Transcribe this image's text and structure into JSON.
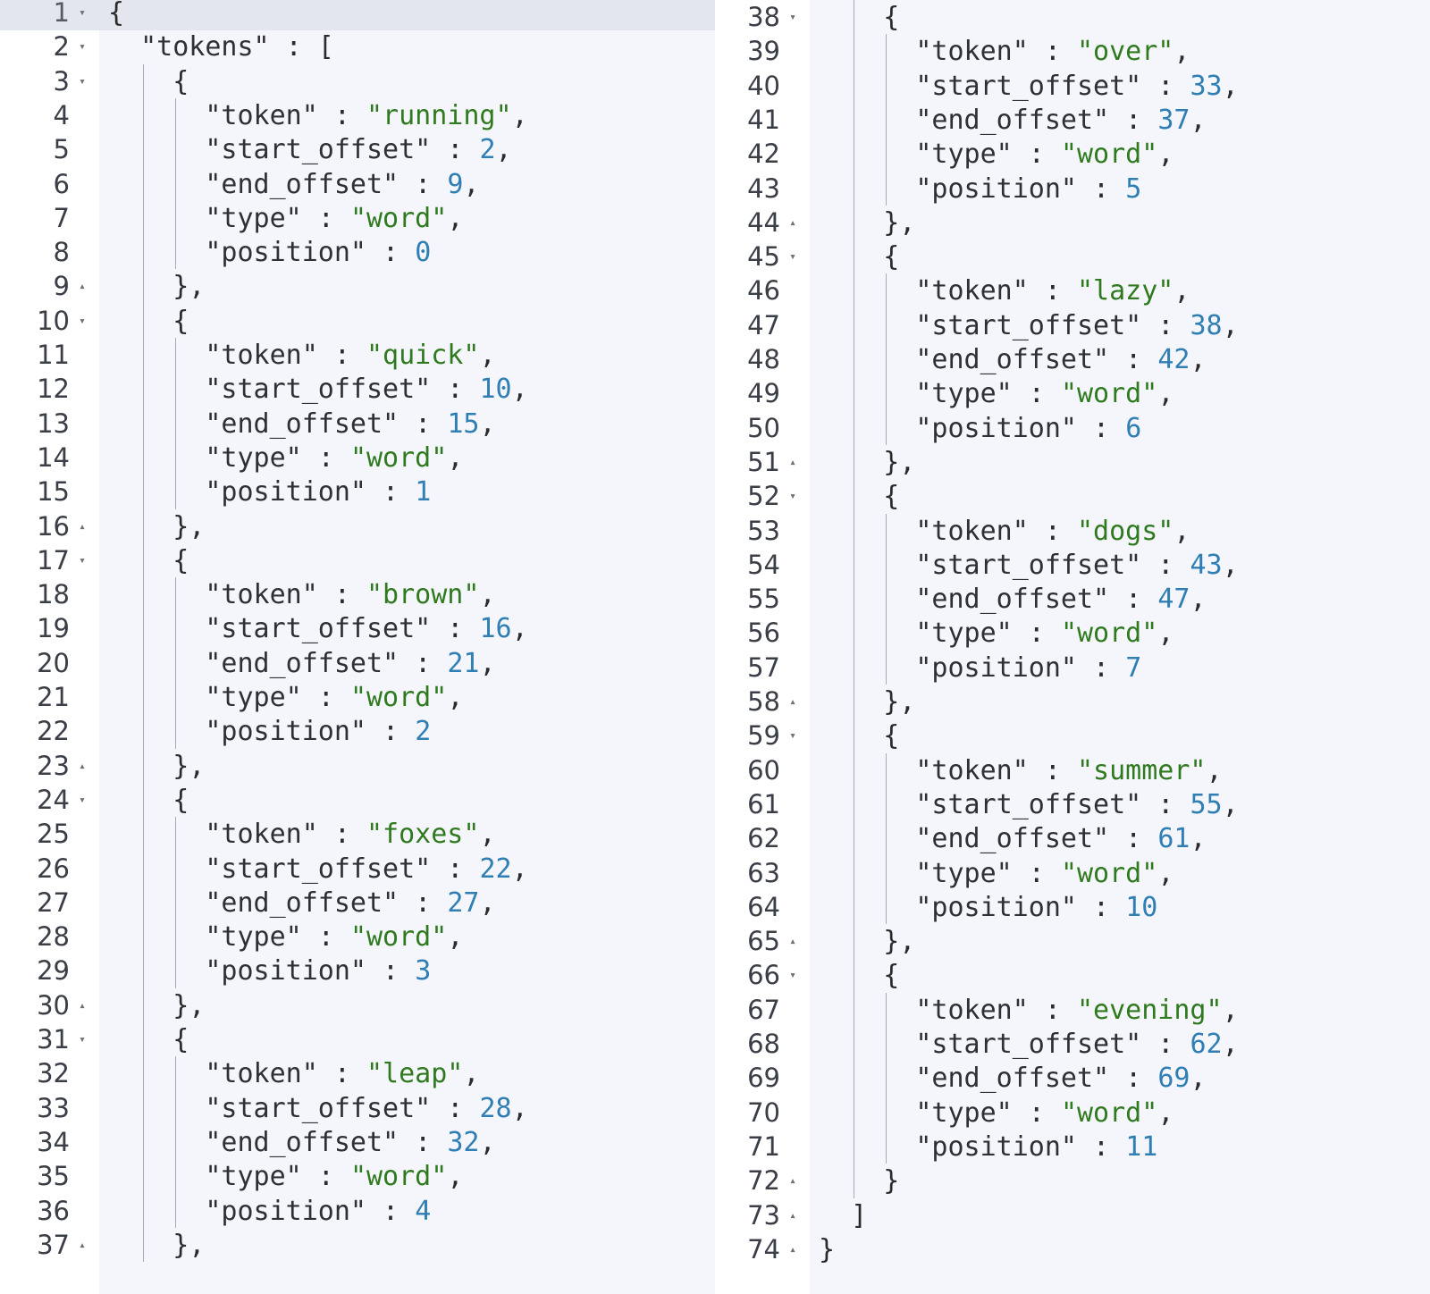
{
  "editor": {
    "left_pane": {
      "lines": [
        {
          "num": "1",
          "fold": "▾",
          "text": "{",
          "active": true
        },
        {
          "num": "2",
          "fold": "▾",
          "text": "  \"tokens\" : ["
        },
        {
          "num": "3",
          "fold": "▾",
          "text": "    {"
        },
        {
          "num": "4",
          "fold": "",
          "text": "      \"token\" : \"running\","
        },
        {
          "num": "5",
          "fold": "",
          "text": "      \"start_offset\" : 2,"
        },
        {
          "num": "6",
          "fold": "",
          "text": "      \"end_offset\" : 9,"
        },
        {
          "num": "7",
          "fold": "",
          "text": "      \"type\" : \"word\","
        },
        {
          "num": "8",
          "fold": "",
          "text": "      \"position\" : 0"
        },
        {
          "num": "9",
          "fold": "▴",
          "text": "    },"
        },
        {
          "num": "10",
          "fold": "▾",
          "text": "    {"
        },
        {
          "num": "11",
          "fold": "",
          "text": "      \"token\" : \"quick\","
        },
        {
          "num": "12",
          "fold": "",
          "text": "      \"start_offset\" : 10,"
        },
        {
          "num": "13",
          "fold": "",
          "text": "      \"end_offset\" : 15,"
        },
        {
          "num": "14",
          "fold": "",
          "text": "      \"type\" : \"word\","
        },
        {
          "num": "15",
          "fold": "",
          "text": "      \"position\" : 1"
        },
        {
          "num": "16",
          "fold": "▴",
          "text": "    },"
        },
        {
          "num": "17",
          "fold": "▾",
          "text": "    {"
        },
        {
          "num": "18",
          "fold": "",
          "text": "      \"token\" : \"brown\","
        },
        {
          "num": "19",
          "fold": "",
          "text": "      \"start_offset\" : 16,"
        },
        {
          "num": "20",
          "fold": "",
          "text": "      \"end_offset\" : 21,"
        },
        {
          "num": "21",
          "fold": "",
          "text": "      \"type\" : \"word\","
        },
        {
          "num": "22",
          "fold": "",
          "text": "      \"position\" : 2"
        },
        {
          "num": "23",
          "fold": "▴",
          "text": "    },"
        },
        {
          "num": "24",
          "fold": "▾",
          "text": "    {"
        },
        {
          "num": "25",
          "fold": "",
          "text": "      \"token\" : \"foxes\","
        },
        {
          "num": "26",
          "fold": "",
          "text": "      \"start_offset\" : 22,"
        },
        {
          "num": "27",
          "fold": "",
          "text": "      \"end_offset\" : 27,"
        },
        {
          "num": "28",
          "fold": "",
          "text": "      \"type\" : \"word\","
        },
        {
          "num": "29",
          "fold": "",
          "text": "      \"position\" : 3"
        },
        {
          "num": "30",
          "fold": "▴",
          "text": "    },"
        },
        {
          "num": "31",
          "fold": "▾",
          "text": "    {"
        },
        {
          "num": "32",
          "fold": "",
          "text": "      \"token\" : \"leap\","
        },
        {
          "num": "33",
          "fold": "",
          "text": "      \"start_offset\" : 28,"
        },
        {
          "num": "34",
          "fold": "",
          "text": "      \"end_offset\" : 32,"
        },
        {
          "num": "35",
          "fold": "",
          "text": "      \"type\" : \"word\","
        },
        {
          "num": "36",
          "fold": "",
          "text": "      \"position\" : 4"
        },
        {
          "num": "37",
          "fold": "▴",
          "text": "    },"
        }
      ]
    },
    "right_pane": {
      "lines": [
        {
          "num": "38",
          "fold": "▾",
          "text": "    {"
        },
        {
          "num": "39",
          "fold": "",
          "text": "      \"token\" : \"over\","
        },
        {
          "num": "40",
          "fold": "",
          "text": "      \"start_offset\" : 33,"
        },
        {
          "num": "41",
          "fold": "",
          "text": "      \"end_offset\" : 37,"
        },
        {
          "num": "42",
          "fold": "",
          "text": "      \"type\" : \"word\","
        },
        {
          "num": "43",
          "fold": "",
          "text": "      \"position\" : 5"
        },
        {
          "num": "44",
          "fold": "▴",
          "text": "    },"
        },
        {
          "num": "45",
          "fold": "▾",
          "text": "    {"
        },
        {
          "num": "46",
          "fold": "",
          "text": "      \"token\" : \"lazy\","
        },
        {
          "num": "47",
          "fold": "",
          "text": "      \"start_offset\" : 38,"
        },
        {
          "num": "48",
          "fold": "",
          "text": "      \"end_offset\" : 42,"
        },
        {
          "num": "49",
          "fold": "",
          "text": "      \"type\" : \"word\","
        },
        {
          "num": "50",
          "fold": "",
          "text": "      \"position\" : 6"
        },
        {
          "num": "51",
          "fold": "▴",
          "text": "    },"
        },
        {
          "num": "52",
          "fold": "▾",
          "text": "    {"
        },
        {
          "num": "53",
          "fold": "",
          "text": "      \"token\" : \"dogs\","
        },
        {
          "num": "54",
          "fold": "",
          "text": "      \"start_offset\" : 43,"
        },
        {
          "num": "55",
          "fold": "",
          "text": "      \"end_offset\" : 47,"
        },
        {
          "num": "56",
          "fold": "",
          "text": "      \"type\" : \"word\","
        },
        {
          "num": "57",
          "fold": "",
          "text": "      \"position\" : 7"
        },
        {
          "num": "58",
          "fold": "▴",
          "text": "    },"
        },
        {
          "num": "59",
          "fold": "▾",
          "text": "    {"
        },
        {
          "num": "60",
          "fold": "",
          "text": "      \"token\" : \"summer\","
        },
        {
          "num": "61",
          "fold": "",
          "text": "      \"start_offset\" : 55,"
        },
        {
          "num": "62",
          "fold": "",
          "text": "      \"end_offset\" : 61,"
        },
        {
          "num": "63",
          "fold": "",
          "text": "      \"type\" : \"word\","
        },
        {
          "num": "64",
          "fold": "",
          "text": "      \"position\" : 10"
        },
        {
          "num": "65",
          "fold": "▴",
          "text": "    },"
        },
        {
          "num": "66",
          "fold": "▾",
          "text": "    {"
        },
        {
          "num": "67",
          "fold": "",
          "text": "      \"token\" : \"evening\","
        },
        {
          "num": "68",
          "fold": "",
          "text": "      \"start_offset\" : 62,"
        },
        {
          "num": "69",
          "fold": "",
          "text": "      \"end_offset\" : 69,"
        },
        {
          "num": "70",
          "fold": "",
          "text": "      \"type\" : \"word\","
        },
        {
          "num": "71",
          "fold": "",
          "text": "      \"position\" : 11"
        },
        {
          "num": "72",
          "fold": "▴",
          "text": "    }"
        },
        {
          "num": "73",
          "fold": "▴",
          "text": "  ]"
        },
        {
          "num": "74",
          "fold": "▴",
          "text": "}"
        }
      ]
    }
  },
  "colors": {
    "string": "#2f7a1f",
    "number": "#2f7fb4",
    "key": "#2f3035",
    "code_background": "#f5f6fb",
    "active_line": "#e3e6ee"
  }
}
